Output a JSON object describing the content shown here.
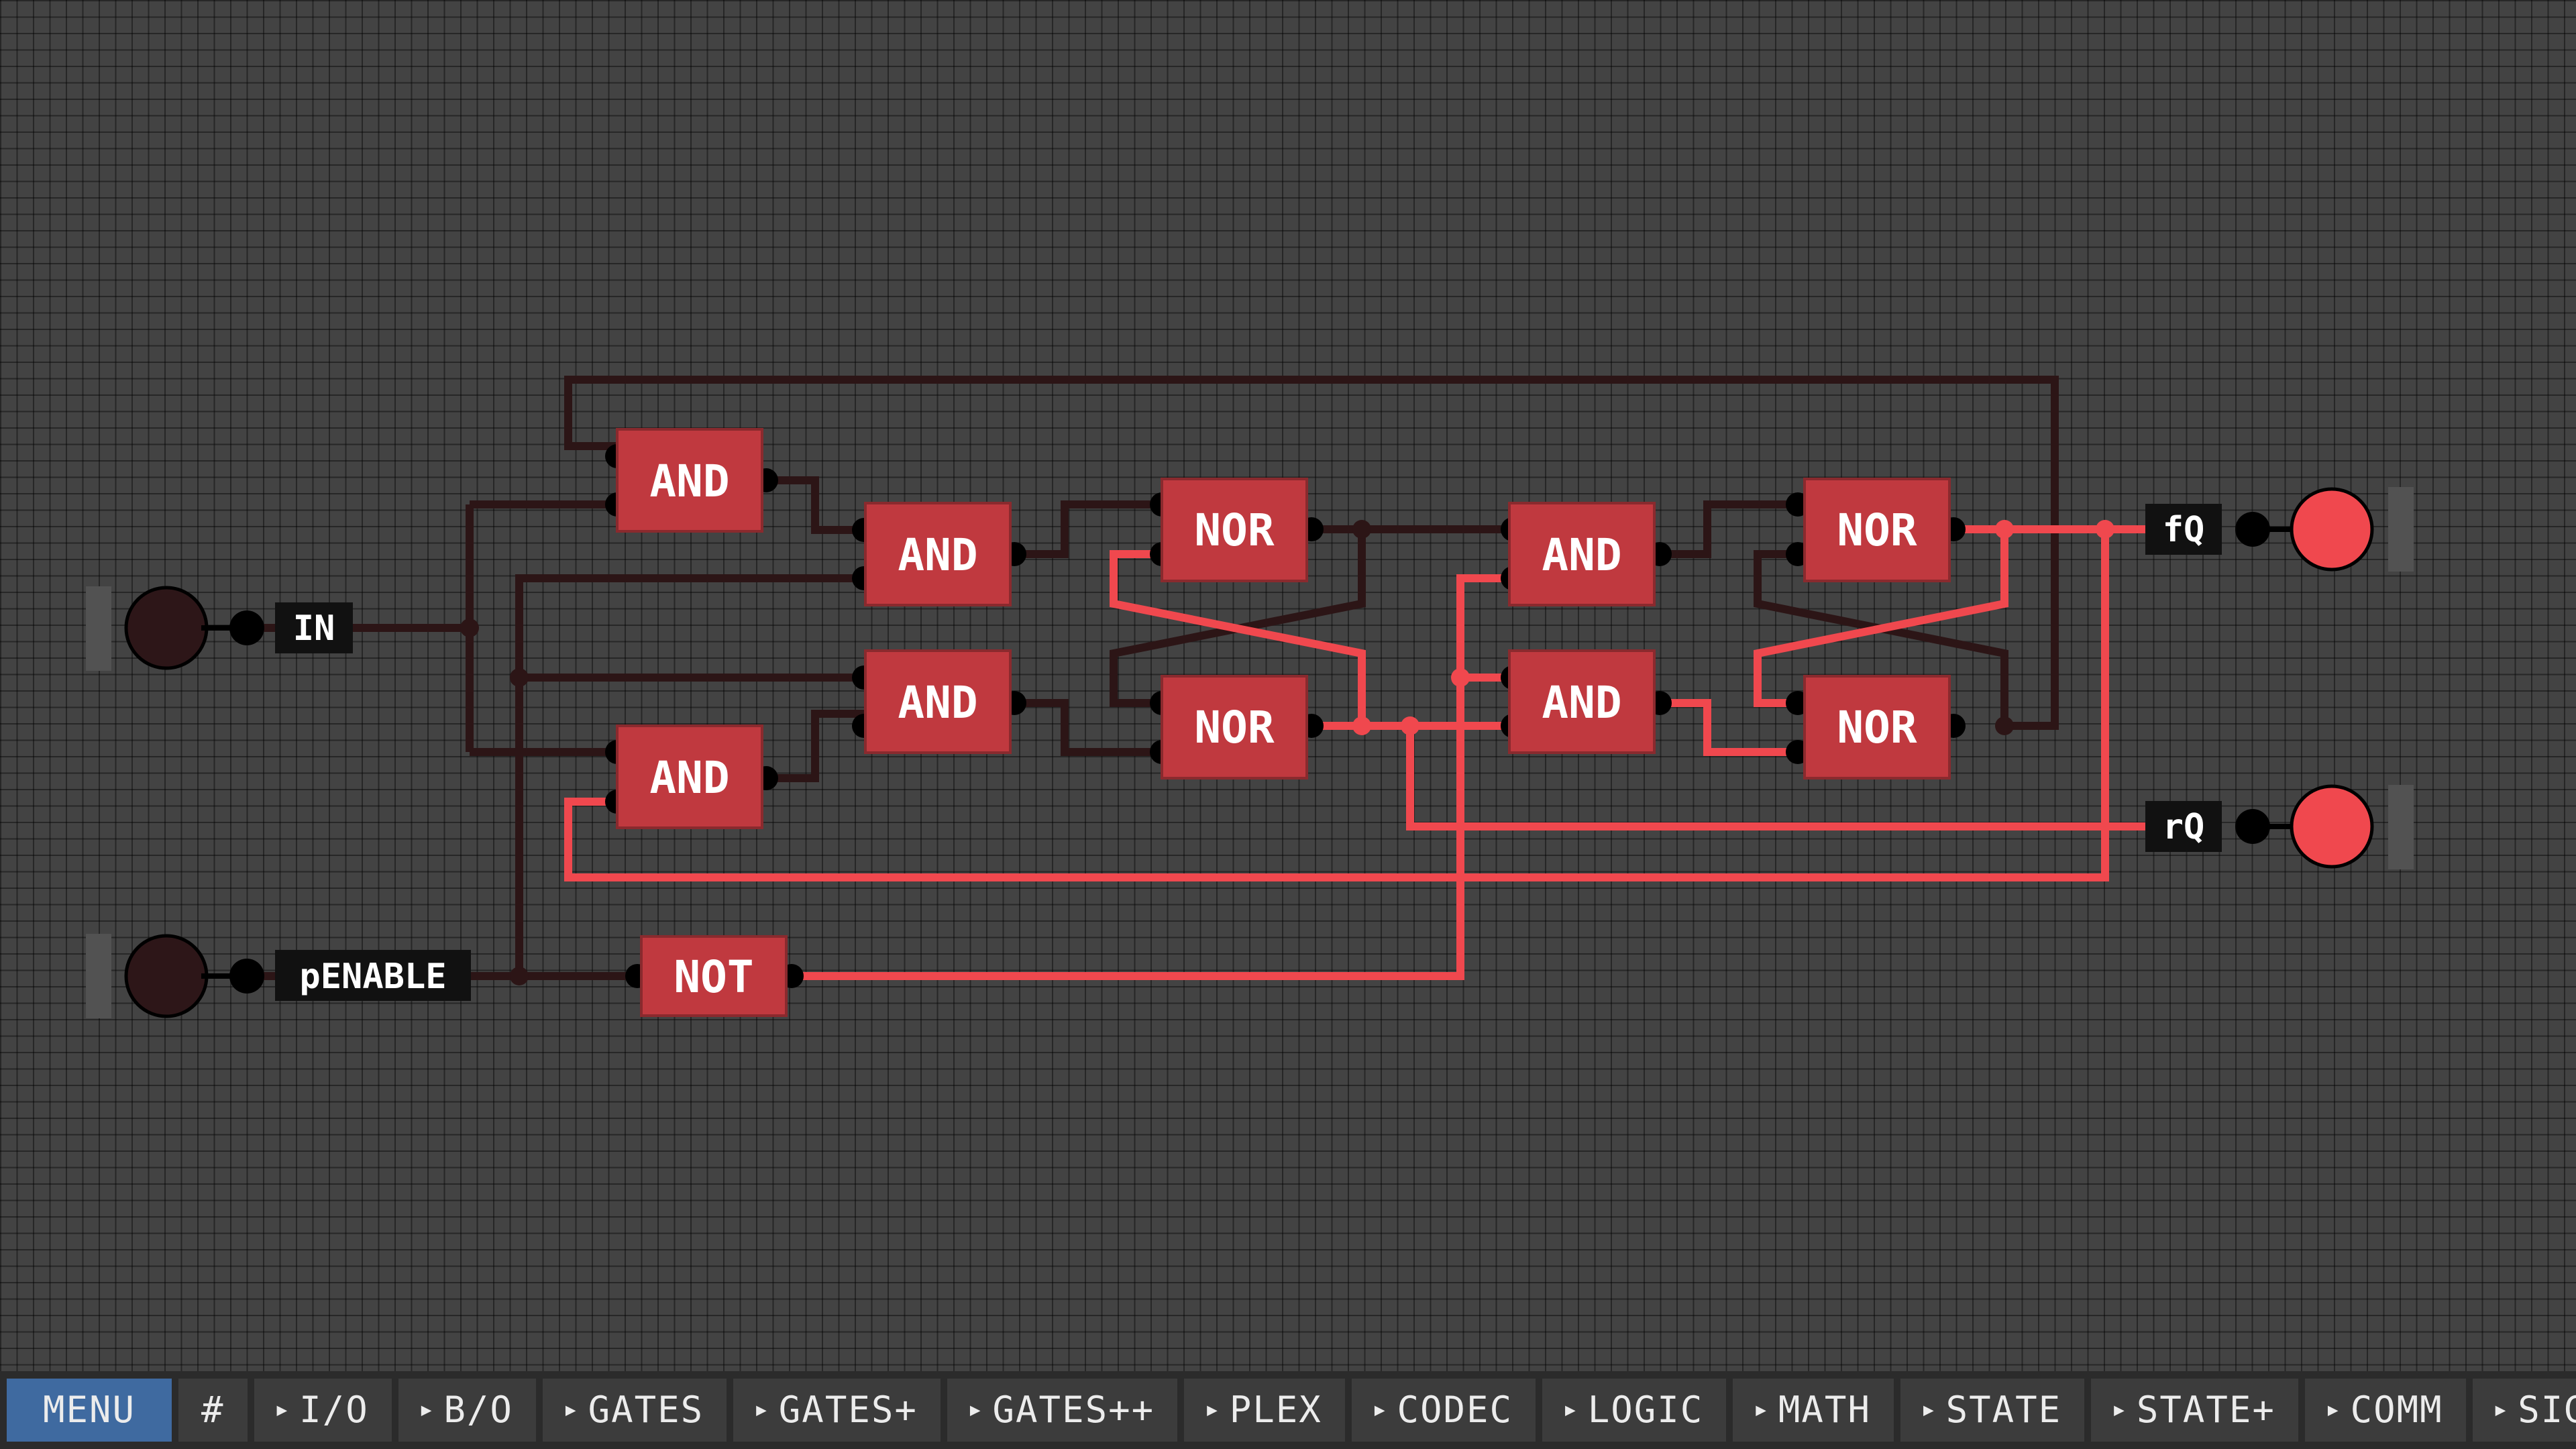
{
  "canvas": {
    "gates": [
      {
        "id": "and1",
        "label": "AND"
      },
      {
        "id": "and2",
        "label": "AND"
      },
      {
        "id": "and3",
        "label": "AND"
      },
      {
        "id": "and4",
        "label": "AND"
      },
      {
        "id": "nor1",
        "label": "NOR"
      },
      {
        "id": "nor2",
        "label": "NOR"
      },
      {
        "id": "and5",
        "label": "AND"
      },
      {
        "id": "and6",
        "label": "AND"
      },
      {
        "id": "nor3",
        "label": "NOR"
      },
      {
        "id": "nor4",
        "label": "NOR"
      },
      {
        "id": "not1",
        "label": "NOT"
      }
    ],
    "inputs": [
      {
        "label": "IN",
        "state": "off"
      },
      {
        "label": "pENABLE",
        "state": "off"
      }
    ],
    "outputs": [
      {
        "label": "fQ",
        "state": "on"
      },
      {
        "label": "rQ",
        "state": "on"
      }
    ],
    "colors": {
      "gate_fill": "#c0393f",
      "wire_active": "#f0484e",
      "wire_inactive": "#2c1516",
      "led_on": "#f0484e",
      "led_off": "#2d1618",
      "background": "#434343"
    }
  },
  "toolbar": {
    "menu_label": "MENU",
    "grid_label": "#",
    "categories": [
      "I/O",
      "B/O",
      "GATES",
      "GATES+",
      "GATES++",
      "PLEX",
      "CODEC",
      "LOGIC",
      "MATH",
      "STATE",
      "STATE+",
      "COMM",
      "SIG"
    ]
  }
}
